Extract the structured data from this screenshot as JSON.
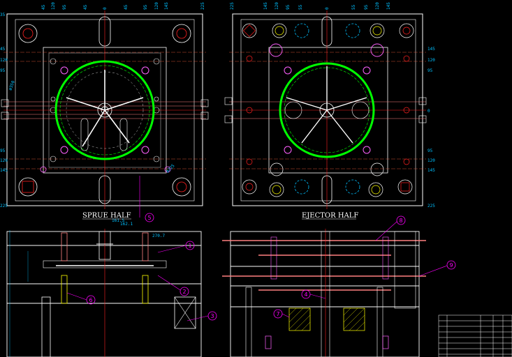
{
  "views": {
    "sprue_half": {
      "title": "SPRUE HALF"
    },
    "ejector_half": {
      "title": "EJECTOR HALF"
    }
  },
  "dimensions": {
    "left_top": [
      "45",
      "120",
      "95",
      "45",
      "0",
      "45",
      "95",
      "120",
      "145",
      "225"
    ],
    "left_side": [
      "35",
      "45",
      "120",
      "95",
      "95",
      "120",
      "145"
    ],
    "right_top": [
      "145",
      "120",
      "95",
      "55",
      "0",
      "55",
      "95",
      "120",
      "145",
      "225"
    ],
    "right_side": [
      "145",
      "120",
      "95",
      "0",
      "95",
      "120",
      "145"
    ],
    "corner_left": "225",
    "corner_right": "225",
    "misc": [
      "161.5",
      "162.1",
      "270.7",
      "ø350",
      "ø225"
    ]
  },
  "balloons": [
    "1",
    "2",
    "3",
    "4",
    "5",
    "6",
    "7",
    "8",
    "9"
  ],
  "colors": {
    "background": "#000000",
    "frame": "#ffffff",
    "hole": "#ff2020",
    "dimension": "#00c0ff",
    "cavity": "#00ff00",
    "balloon": "#ff00ff",
    "pin": "#ff8080",
    "hatch": "#ffff00"
  }
}
